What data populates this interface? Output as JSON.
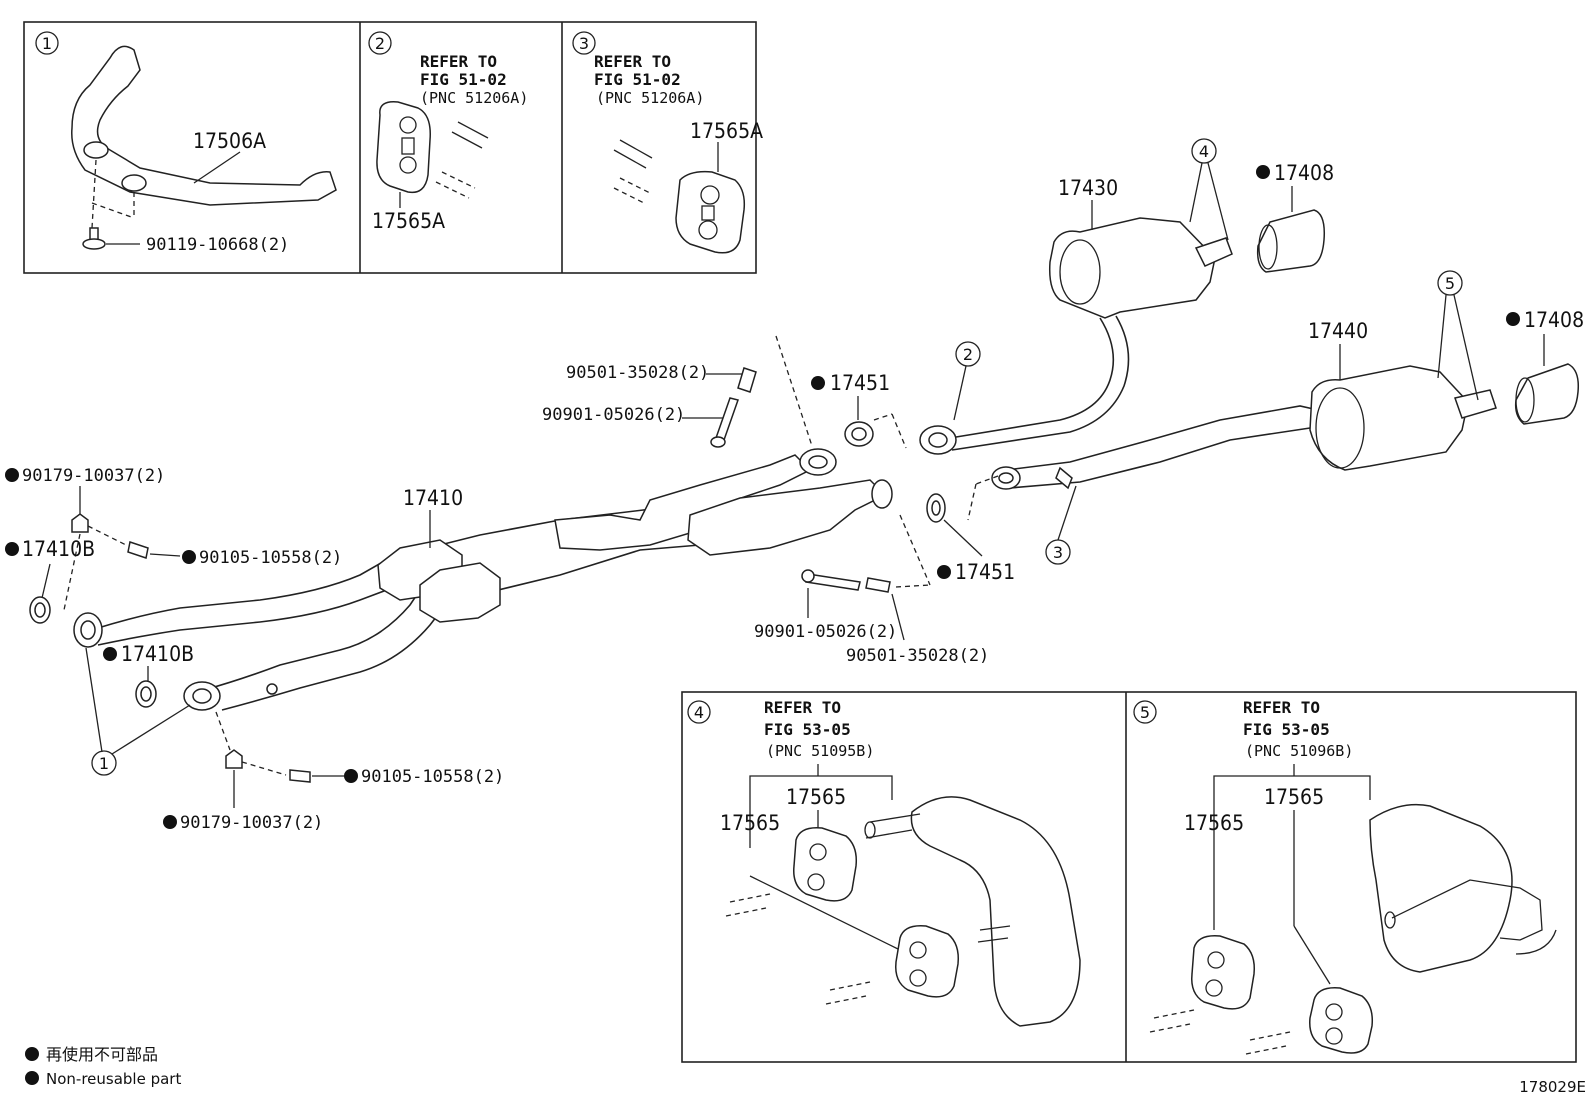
{
  "figure_code": "178029E",
  "legend": {
    "jp": "再使用不可部品",
    "en": "Non-reusable part"
  },
  "insets": [
    {
      "num": "1",
      "parts": [
        "17506A",
        "90119-10668(2)"
      ]
    },
    {
      "num": "2",
      "refer_lines": [
        "REFER TO",
        "FIG 51-02",
        "(PNC 51206A)"
      ],
      "parts": [
        "17565A"
      ]
    },
    {
      "num": "3",
      "refer_lines": [
        "REFER TO",
        "FIG 51-02",
        "(PNC 51206A)"
      ],
      "parts": [
        "17565A"
      ]
    },
    {
      "num": "4",
      "refer_lines": [
        "REFER TO",
        "FIG 53-05",
        "(PNC 51095B)"
      ],
      "parts": [
        "17565",
        "17565"
      ]
    },
    {
      "num": "5",
      "refer_lines": [
        "REFER TO",
        "FIG 53-05",
        "(PNC 51096B)"
      ],
      "parts": [
        "17565",
        "17565"
      ]
    }
  ],
  "labels": {
    "p17410": "17410",
    "p17430": "17430",
    "p17440": "17440",
    "p17408a": "17408",
    "p17408b": "17408",
    "p17451a": "17451",
    "p17451b": "17451",
    "p17410Ba": "17410B",
    "p17410Bb": "17410B",
    "p90179a": "90179-10037(2)",
    "p90179b": "90179-10037(2)",
    "p90105a": "90105-10558(2)",
    "p90105b": "90105-10558(2)",
    "p90501a": "90501-35028(2)",
    "p90501b": "90501-35028(2)",
    "p90901a": "90901-05026(2)",
    "p90901b": "90901-05026(2)"
  },
  "callouts": {
    "c1": "1",
    "c2": "2",
    "c3": "3",
    "c4": "4",
    "c5": "5"
  }
}
